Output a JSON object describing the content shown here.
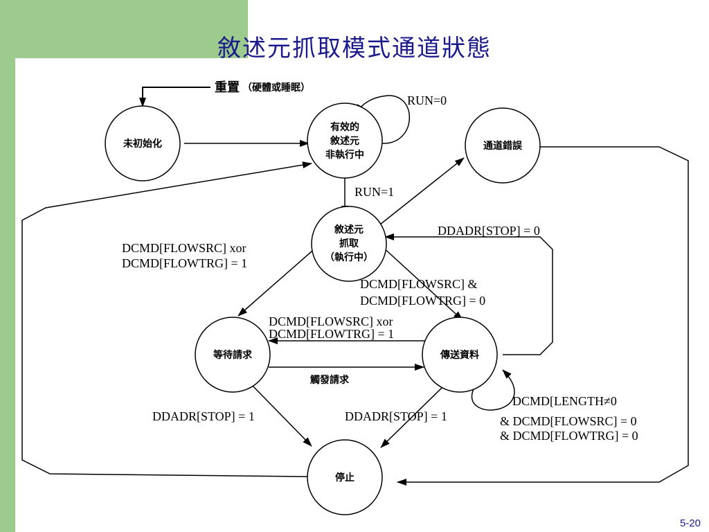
{
  "slide": {
    "title": "敘述元抓取模式通道狀態",
    "page_number": "5-20"
  },
  "diagram": {
    "nodes": {
      "uninit": [
        "未初始化"
      ],
      "valid": [
        "有效的",
        "敘述元",
        "非執行中"
      ],
      "channel_error": [
        "通道錯誤"
      ],
      "fetch": [
        "敘述元",
        "抓取",
        "（執行中）"
      ],
      "wait": [
        "等待請求"
      ],
      "transfer": [
        "傳送資料"
      ],
      "stop": [
        "停止"
      ]
    },
    "labels": {
      "reset_main": "重置",
      "reset_sub": "（硬體或睡眠）",
      "run0": "RUN=0",
      "run1": "RUN=1",
      "ddadr_stop0": "DDADR[STOP] = 0",
      "xor_left_1": "DCMD[FLOWSRC] xor",
      "xor_left_2": "DCMD[FLOWTRG] = 1",
      "and_1": "DCMD[FLOWSRC] &",
      "and_2": "DCMD[FLOWTRG] = 0",
      "xor_mid_1": "DCMD[FLOWSRC] xor",
      "xor_mid_2": "DCMD[FLOWTRG] = 1",
      "trigger": "觸發請求",
      "stop1_left": "DDADR[STOP] = 1",
      "stop1_right": "DDADR[STOP] = 1",
      "len_1": "DCMD[LENGTH≠0",
      "len_2": "& DCMD[FLOWSRC] = 0",
      "len_3": "& DCMD[FLOWTRG] = 0"
    }
  }
}
